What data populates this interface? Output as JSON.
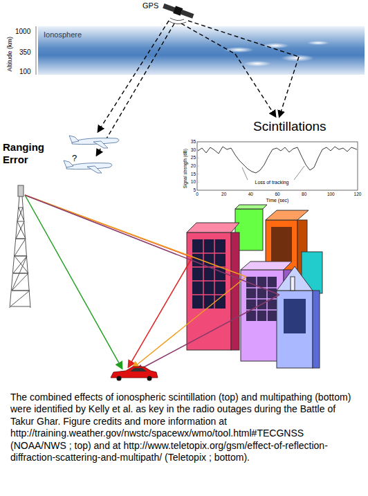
{
  "diagram": {
    "caption": "The combined effects of ionospheric scintillation (top) and multipathing (bottom) were identified by Kelly et al. as key in the radio outages during the Battle of Takur Ghar. Figure credits and more information at http://training.weather.gov/nwstc/spacewx/wmo/tool.html#TECGNSS (NOAA/NWS ; top) and at http://www.teletopix.org/gsm/effect-of-reflection-diffraction-scattering-and-multipath/ (Teletopix ; bottom).",
    "nodes": [
      {
        "text": [
          "Ionosphere"
        ]
      }
    ],
    "labels": [
      "GPS",
      "Altitude (km)",
      "1000",
      "350",
      "100",
      "Ranging Error",
      "?",
      "Scintillations",
      "Signal strength (dB)",
      "35",
      "30",
      "25",
      "20",
      "15",
      "10",
      "5",
      "0",
      "20",
      "40",
      "60",
      "80",
      "100",
      "120",
      "Time (sec)",
      "Loss of tracking"
    ]
  }
}
